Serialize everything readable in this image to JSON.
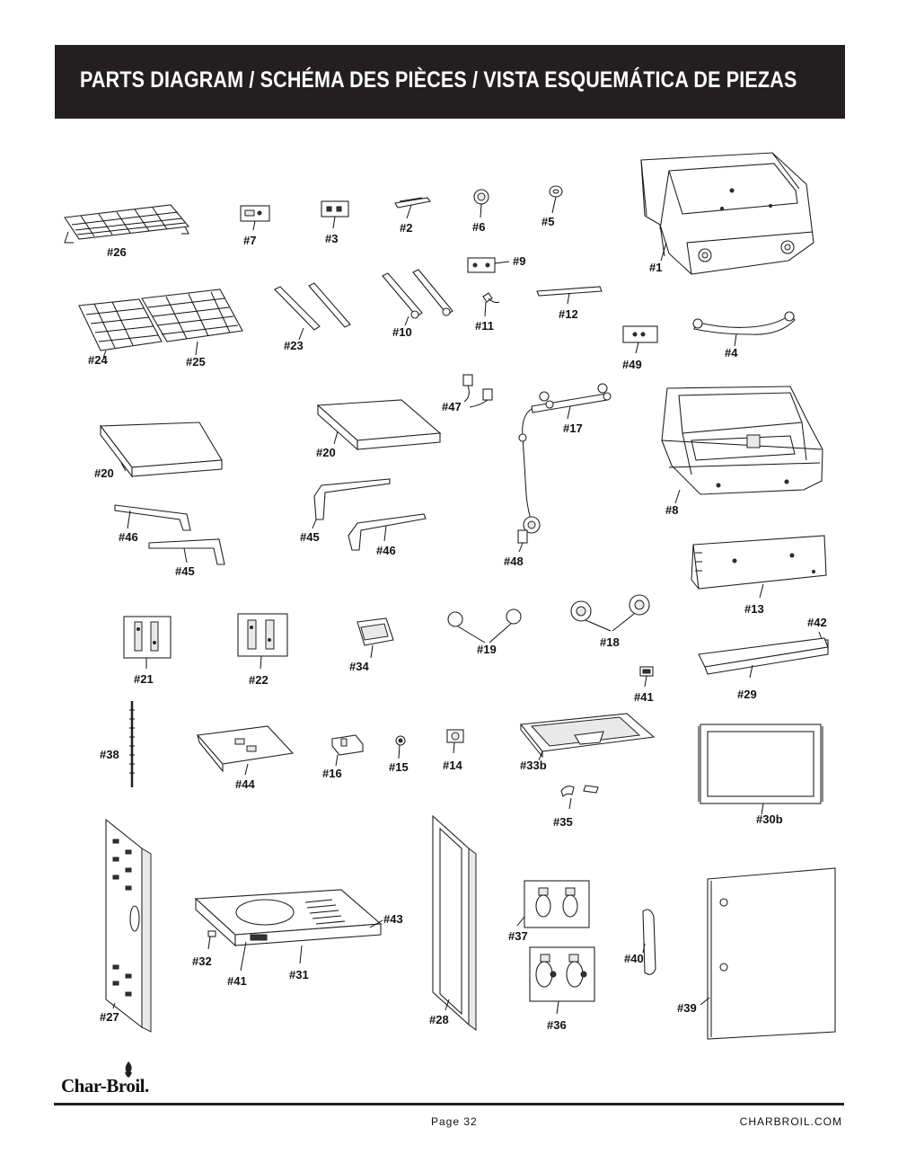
{
  "header": {
    "title": "PARTS DIAGRAM / SCHÉMA DES PIÈCES / VISTA ESQUEMÁTICA DE PIEZAS"
  },
  "parts": {
    "p1": "#1",
    "p2": "#2",
    "p3": "#3",
    "p4": "#4",
    "p5": "#5",
    "p6": "#6",
    "p7": "#7",
    "p8": "#8",
    "p9": "#9",
    "p10": "#10",
    "p11": "#11",
    "p12": "#12",
    "p13": "#13",
    "p14": "#14",
    "p15": "#15",
    "p16": "#16",
    "p17": "#17",
    "p18": "#18",
    "p19": "#19",
    "p20a": "#20",
    "p20b": "#20",
    "p21": "#21",
    "p22": "#22",
    "p23": "#23",
    "p24": "#24",
    "p25": "#25",
    "p26": "#26",
    "p27": "#27",
    "p28": "#28",
    "p29": "#29",
    "p30b": "#30b",
    "p31": "#31",
    "p32": "#32",
    "p33b": "#33b",
    "p34": "#34",
    "p35": "#35",
    "p36": "#36",
    "p37": "#37",
    "p38": "#38",
    "p39": "#39",
    "p40": "#40",
    "p41a": "#41",
    "p41b": "#41",
    "p42": "#42",
    "p43": "#43",
    "p44": "#44",
    "p45a": "#45",
    "p45b": "#45",
    "p46a": "#46",
    "p46b": "#46",
    "p47": "#47",
    "p48": "#48",
    "p49": "#49"
  },
  "footer": {
    "brand": "Char-Broil.",
    "page": "Page 32",
    "website": "CHARBROIL.COM"
  }
}
